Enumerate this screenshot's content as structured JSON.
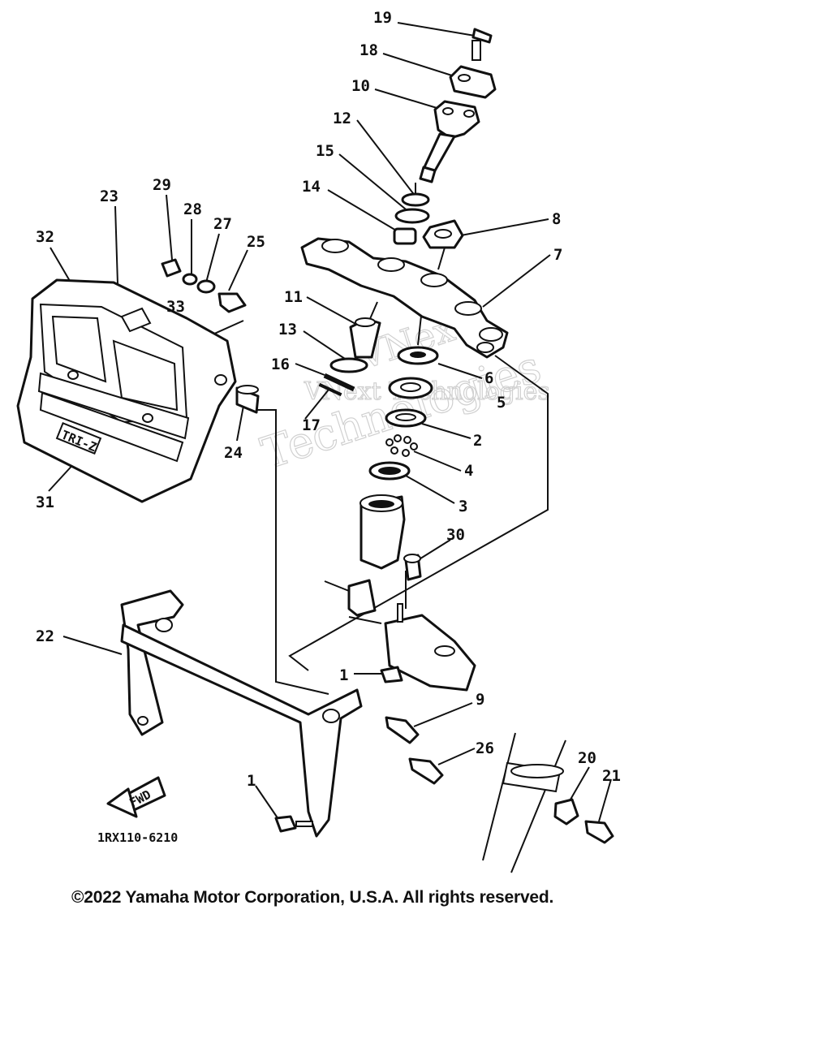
{
  "diagram_code": "1RX110-6210",
  "fwd_label": "FWD",
  "badge_text": "TRI-Z",
  "copyright": "©2022 Yamaha Motor Corporation, U.S.A. All rights reserved.",
  "watermark": [
    "VNext Technologies",
    "VNext",
    "Technologies"
  ],
  "callouts": {
    "c19": "19",
    "c18": "18",
    "c10": "10",
    "c12": "12",
    "c15": "15",
    "c14": "14",
    "c8": "8",
    "c7": "7",
    "c11": "11",
    "c13": "13",
    "c16": "16",
    "c17": "17",
    "c6": "6",
    "c5": "5",
    "c2": "2",
    "c4": "4",
    "c3": "3",
    "c30": "30",
    "c23": "23",
    "c29": "29",
    "c28": "28",
    "c27": "27",
    "c25": "25",
    "c32": "32",
    "c33": "33",
    "c24": "24",
    "c31": "31",
    "c22": "22",
    "c1a": "1",
    "c9": "9",
    "c26": "26",
    "c20": "20",
    "c21": "21",
    "c1b": "1"
  }
}
